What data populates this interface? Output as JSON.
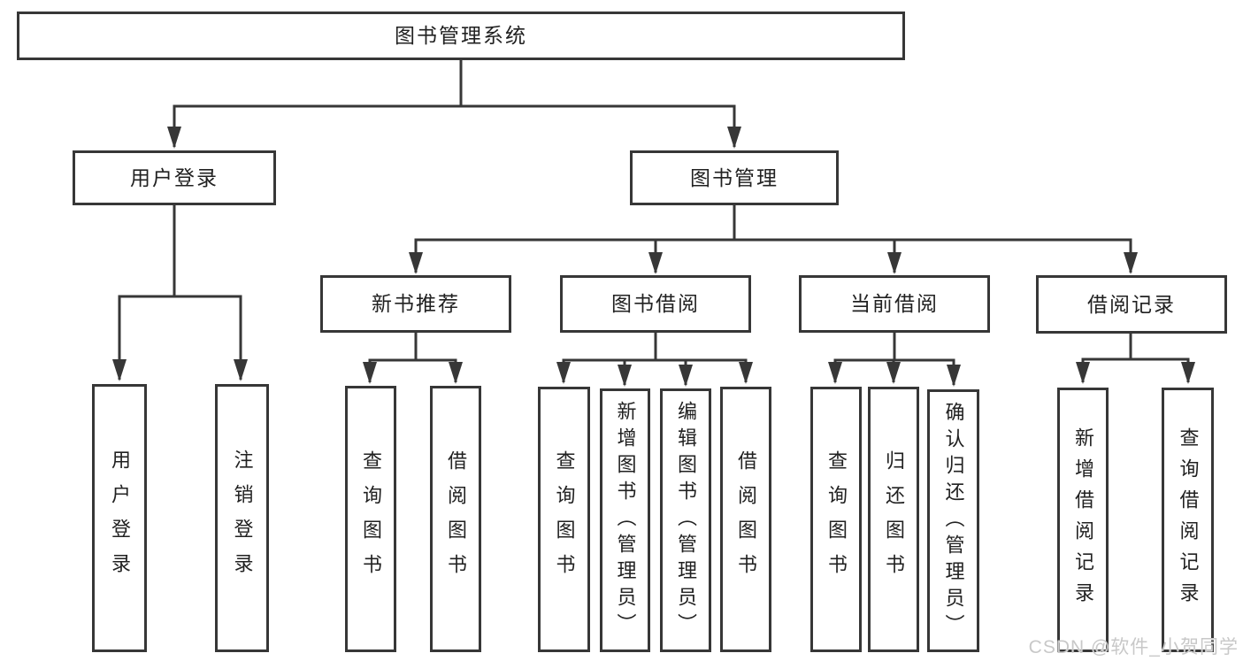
{
  "diagram": {
    "type": "hierarchy-diagram",
    "watermark": "CSDN @软件_小贺同学",
    "colors": {
      "line": "#373737",
      "box_border": "#373737",
      "text": "#212121",
      "background": "#ffffff",
      "watermark": "#c8c8c8"
    },
    "tree": {
      "label": "图书管理系统",
      "children": [
        {
          "label": "用户登录",
          "children": [
            {
              "label": "用户登录"
            },
            {
              "label": "注销登录"
            }
          ]
        },
        {
          "label": "图书管理",
          "children": [
            {
              "label": "新书推荐",
              "children": [
                {
                  "label": "查询图书"
                },
                {
                  "label": "借阅图书"
                }
              ]
            },
            {
              "label": "图书借阅",
              "children": [
                {
                  "label": "查询图书"
                },
                {
                  "label": "新增图书（管理员）"
                },
                {
                  "label": "编辑图书（管理员）"
                },
                {
                  "label": "借阅图书"
                }
              ]
            },
            {
              "label": "当前借阅",
              "children": [
                {
                  "label": "查询图书"
                },
                {
                  "label": "归还图书"
                },
                {
                  "label": "确认归还（管理员）"
                }
              ]
            },
            {
              "label": "借阅记录",
              "children": [
                {
                  "label": "新增借阅记录"
                },
                {
                  "label": "查询借阅记录"
                }
              ]
            }
          ]
        }
      ]
    }
  }
}
